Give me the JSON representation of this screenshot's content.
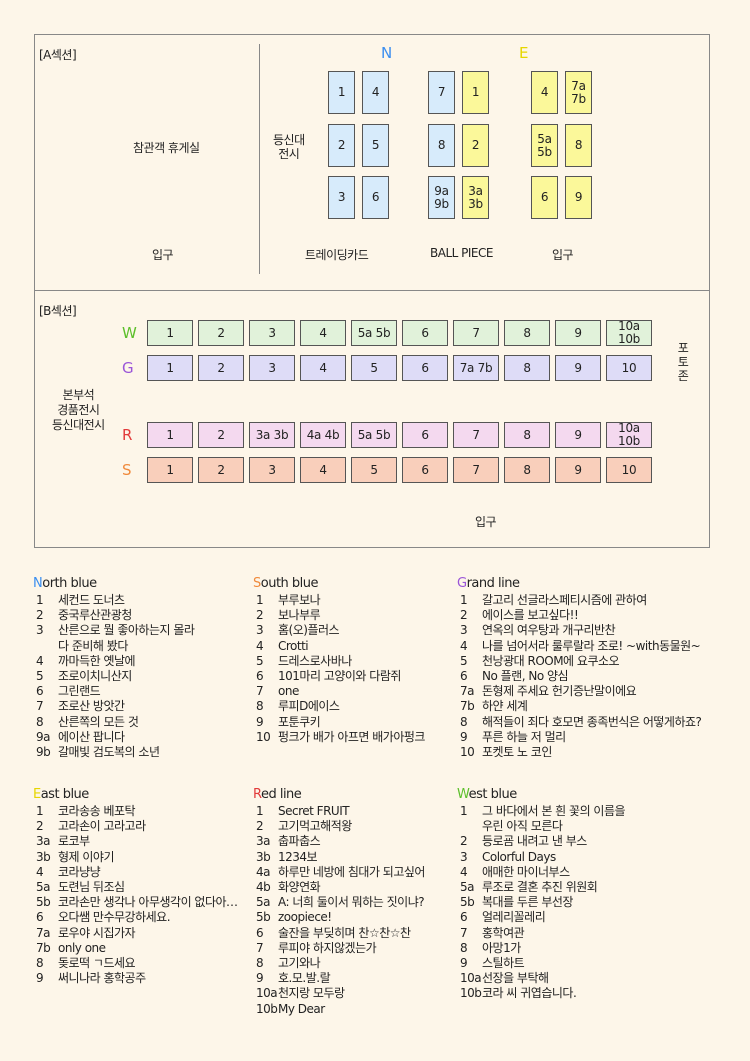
{
  "colors": {
    "N": "#3a8ef0",
    "E": "#e6d600",
    "W": "#5cbf2a",
    "G": "#9a55d8",
    "R": "#e23a3a",
    "S": "#f08a3c"
  },
  "sectionA": {
    "title": "[A섹션]",
    "lounge": "참관객 휴게실",
    "entrance_left": "입구",
    "figure_display": "등신대\n전시",
    "trading_card": "트레이딩카드",
    "ball_piece": "BALL PIECE",
    "entrance_right": "입구",
    "header_n": "N",
    "header_e": "E",
    "grid1": [
      "1",
      "4",
      "2",
      "5",
      "3",
      "6"
    ],
    "grid2": [
      "7",
      "1",
      "8",
      "2",
      "9a\n9b",
      "3a\n3b"
    ],
    "grid3": [
      "4",
      "7a\n7b",
      "5a\n5b",
      "8",
      "6",
      "9"
    ]
  },
  "sectionB": {
    "title": "[B섹션]",
    "main_booth": "본부석\n경품전시\n등신대전시",
    "photo_zone": "포토존",
    "entrance": "입구",
    "rows": [
      {
        "letter": "W",
        "cells": [
          "1",
          "2",
          "3",
          "4",
          "5a 5b",
          "6",
          "7",
          "8",
          "9",
          "10a 10b"
        ]
      },
      {
        "letter": "G",
        "cells": [
          "1",
          "2",
          "3",
          "4",
          "5",
          "6",
          "7a 7b",
          "8",
          "9",
          "10"
        ]
      },
      {
        "letter": "R",
        "cells": [
          "1",
          "2",
          "3a 3b",
          "4a 4b",
          "5a 5b",
          "6",
          "7",
          "8",
          "9",
          "10a 10b"
        ]
      },
      {
        "letter": "S",
        "cells": [
          "1",
          "2",
          "3",
          "4",
          "5",
          "6",
          "7",
          "8",
          "9",
          "10"
        ]
      }
    ]
  },
  "legends": [
    {
      "initial": "N",
      "rest": "orth blue",
      "items": [
        {
          "c": "1",
          "n": "세컨드 도너츠"
        },
        {
          "c": "2",
          "n": "중국루산관광청"
        },
        {
          "c": "3",
          "n": "산른으로 뭘 좋아하는지 몰라"
        },
        {
          "c": "",
          "n": "다 준비해 봤다"
        },
        {
          "c": "4",
          "n": "까마득한 옛날에"
        },
        {
          "c": "5",
          "n": "조로이치니산지"
        },
        {
          "c": "6",
          "n": "그린랜드"
        },
        {
          "c": "7",
          "n": "조로산 방앗간"
        },
        {
          "c": "8",
          "n": "산른쪽의 모든 것"
        },
        {
          "c": "9a",
          "n": "에이산 팝니다"
        },
        {
          "c": "9b",
          "n": "갈매빛 검도복의 소년"
        }
      ]
    },
    {
      "initial": "S",
      "rest": "outh blue",
      "items": [
        {
          "c": "1",
          "n": "부루보나"
        },
        {
          "c": "2",
          "n": "보나부루"
        },
        {
          "c": "3",
          "n": "홈(오)플러스"
        },
        {
          "c": "4",
          "n": "Crotti"
        },
        {
          "c": "5",
          "n": "드레스로사바나"
        },
        {
          "c": "6",
          "n": "101마리 고양이와 다람쥐"
        },
        {
          "c": "7",
          "n": "one"
        },
        {
          "c": "8",
          "n": "루피D에이스"
        },
        {
          "c": "9",
          "n": "포툰쿠키"
        },
        {
          "c": "10",
          "n": "펑크가 배가 아프면 배가아펑크"
        }
      ]
    },
    {
      "initial": "G",
      "rest": "rand line",
      "items": [
        {
          "c": "1",
          "n": "갈고리 선글라스페티시즘에 관하여"
        },
        {
          "c": "2",
          "n": "에이스를 보고싶다!!"
        },
        {
          "c": "3",
          "n": "연옥의 여우탕과 개구리반찬"
        },
        {
          "c": "4",
          "n": "나를 넘어서라 룰루랄라 조로! ~with동물원~"
        },
        {
          "c": "5",
          "n": "천낭광대 ROOM에 요쿠소오"
        },
        {
          "c": "6",
          "n": "No 플랜, No 양심"
        },
        {
          "c": "7a",
          "n": "돈형제 주세요 헌기증난말이에요"
        },
        {
          "c": "7b",
          "n": "하얀 세계"
        },
        {
          "c": "8",
          "n": "해적들이 죄다 호모면 종족번식은 어떻게하죠?"
        },
        {
          "c": "9",
          "n": "푸른 하늘 저 멀리"
        },
        {
          "c": "10",
          "n": "포켓토 노 코인"
        }
      ]
    },
    {
      "initial": "E",
      "rest": "ast blue",
      "items": [
        {
          "c": "1",
          "n": "코라송송 베포탁"
        },
        {
          "c": "2",
          "n": "고라손이 고라고라"
        },
        {
          "c": "3a",
          "n": "로코부"
        },
        {
          "c": "3b",
          "n": "형제 이야기"
        },
        {
          "c": "4",
          "n": "코라냥냥"
        },
        {
          "c": "5a",
          "n": "도련님 뒤조심"
        },
        {
          "c": "5b",
          "n": "코라손만 생각나 아무생각이 없다아…"
        },
        {
          "c": "6",
          "n": "오다쌤 만수무강하세요."
        },
        {
          "c": "7a",
          "n": "로우야 시집가자"
        },
        {
          "c": "7b",
          "n": "only one"
        },
        {
          "c": "8",
          "n": "돚로떡 ㄱ드세요"
        },
        {
          "c": "9",
          "n": "써니나라 홍학공주"
        }
      ]
    },
    {
      "initial": "R",
      "rest": "ed line",
      "items": [
        {
          "c": "1",
          "n": "Secret FRUIT"
        },
        {
          "c": "2",
          "n": "고기먹고해적왕"
        },
        {
          "c": "3a",
          "n": "춥파춥스"
        },
        {
          "c": "3b",
          "n": "1234보"
        },
        {
          "c": "4a",
          "n": "하루만 네방에 침대가 되고싶어"
        },
        {
          "c": "4b",
          "n": "화양연화"
        },
        {
          "c": "5a",
          "n": "A: 너희 둘이서 뭐하는 짓이냐?"
        },
        {
          "c": "5b",
          "n": "zoopiece!"
        },
        {
          "c": "6",
          "n": "술잔을 부딪히며 찬☆찬☆찬"
        },
        {
          "c": "7",
          "n": "루피야 하지않겠는가"
        },
        {
          "c": "8",
          "n": "고기와나"
        },
        {
          "c": "9",
          "n": "호.모.발.랄"
        },
        {
          "c": "10a",
          "n": "천지랑 모두랑"
        },
        {
          "c": "10b",
          "n": "My Dear"
        }
      ]
    },
    {
      "initial": "W",
      "rest": "est blue",
      "items": [
        {
          "c": "1",
          "n": "그 바다에서 본 흰 꽃의 이름을"
        },
        {
          "c": "",
          "n": "우린 아직 모른다"
        },
        {
          "c": "2",
          "n": "등로굠 내려고 낸 부스"
        },
        {
          "c": "3",
          "n": "Colorful Days"
        },
        {
          "c": "4",
          "n": "애매한 마이너부스"
        },
        {
          "c": "5a",
          "n": "루조로 결혼 추진 위원회"
        },
        {
          "c": "5b",
          "n": "복대를 두른 부선장"
        },
        {
          "c": "6",
          "n": "얼레리꼴레리"
        },
        {
          "c": "7",
          "n": "홍학여관"
        },
        {
          "c": "8",
          "n": "아망1가"
        },
        {
          "c": "9",
          "n": "스틸하트"
        },
        {
          "c": "10a",
          "n": "선장을 부탁해"
        },
        {
          "c": "10b",
          "n": "코라 씨 귀엽습니다."
        }
      ]
    }
  ]
}
